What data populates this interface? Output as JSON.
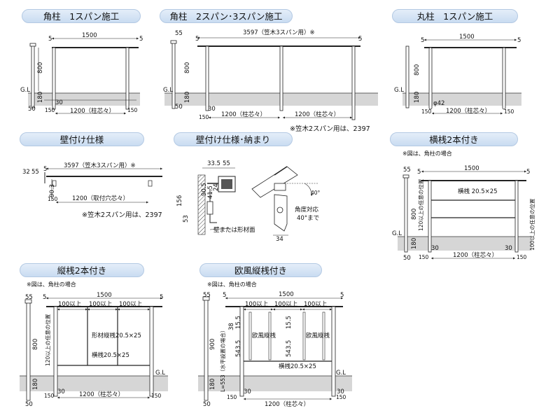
{
  "titles": {
    "p1": "角柱　1スパン施工",
    "p2": "角柱　2スパン･3スパン施工",
    "p3": "丸柱　1スパン施工",
    "p4": "壁付け仕様",
    "p5": "壁付け仕様･納まり",
    "p6": "横桟2本付き",
    "p7": "縦桟2本付き",
    "p8": "欧風縦桟付き"
  },
  "notes": {
    "kasagi_1": "※笠木2スパン用は、2397",
    "kasagi_2": "※笠木2スパン用は、2397",
    "zu_1": "※図は、角柱の場合",
    "zu_2": "※図は、角柱の場合",
    "zu_3": "※図は、角柱の場合"
  },
  "labels": {
    "v5": "5",
    "v1500": "1500",
    "v800": "800",
    "v180": "180",
    "v50": "50",
    "v55": "55",
    "v30": "30",
    "v150": "150",
    "gl": "G.L",
    "pitch": "1200（柱芯々）",
    "span3": "3597（笠木3スパン用）※",
    "dia": "φ42",
    "v32": "32",
    "v90_3": "90.3",
    "wall_pitch": "1200（取付穴芯々）",
    "v33_5": "33.5",
    "v90_5": "90.5",
    "v41_5": "41.5",
    "v24": "24",
    "v156": "156",
    "v53": "53",
    "v34": "34",
    "wall_surface": "壁または形材面",
    "angle": "角度対応\n40°まで",
    "angle1": "角度対応",
    "angle2": "40°まで",
    "deg": "40°",
    "yokosan": "横桟 20.5×25",
    "yokosan2": "横桟20.5×25",
    "yokosan3": "横桟20.5×25",
    "pos_any": "100以上の任意の位置",
    "pos_any_l": "120以上の任意の位置",
    "v100": "100以上",
    "tatesan": "形材縦桟20.5×25",
    "v900": "900",
    "v38": "38",
    "v15_5": "15.5",
    "v543_5": "543.5",
    "oufu": "欧風縦桟",
    "l553": "L=553（水平設置の場合）"
  }
}
